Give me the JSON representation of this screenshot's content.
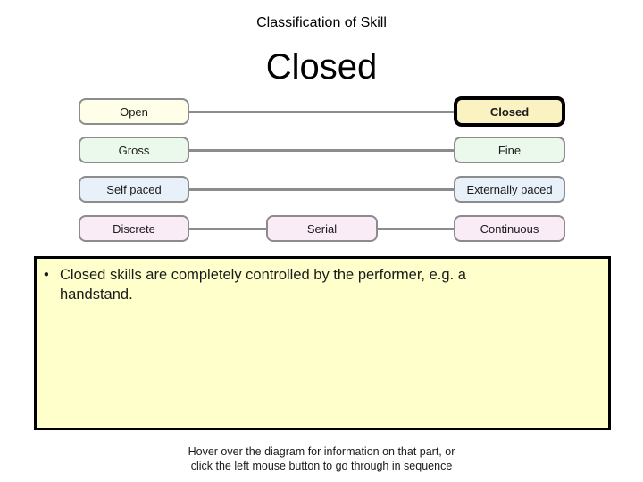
{
  "slide": {
    "subtitle": "Classification of Skill",
    "title": "Closed"
  },
  "diagram": {
    "line_color": "#8C8C8C",
    "highlight_border_color": "#000000",
    "rows": [
      {
        "left": {
          "label": "Open",
          "bg": "#FFFFE9"
        },
        "right": {
          "label": "Closed",
          "bg": "#FBF2C1",
          "highlighted": true
        }
      },
      {
        "left": {
          "label": "Gross",
          "bg": "#EBF9EC"
        },
        "right": {
          "label": "Fine",
          "bg": "#EBF9EC"
        }
      },
      {
        "left": {
          "label": "Self paced",
          "bg": "#E8F1F9"
        },
        "right": {
          "label": "Externally paced",
          "bg": "#E8F1F9"
        }
      },
      {
        "left": {
          "label": "Discrete",
          "bg": "#FAECF7"
        },
        "middle": {
          "label": "Serial",
          "bg": "#FAECF7"
        },
        "right": {
          "label": "Continuous",
          "bg": "#FAECF7"
        }
      }
    ]
  },
  "info_box": {
    "bullet": "•",
    "text": "Closed skills are completely controlled by the performer, e.g. a handstand.",
    "bg": "#FFFFCC"
  },
  "footer": {
    "line1": "Hover over the diagram for information on that part, or",
    "line2": "click the left mouse button to go through in sequence"
  }
}
